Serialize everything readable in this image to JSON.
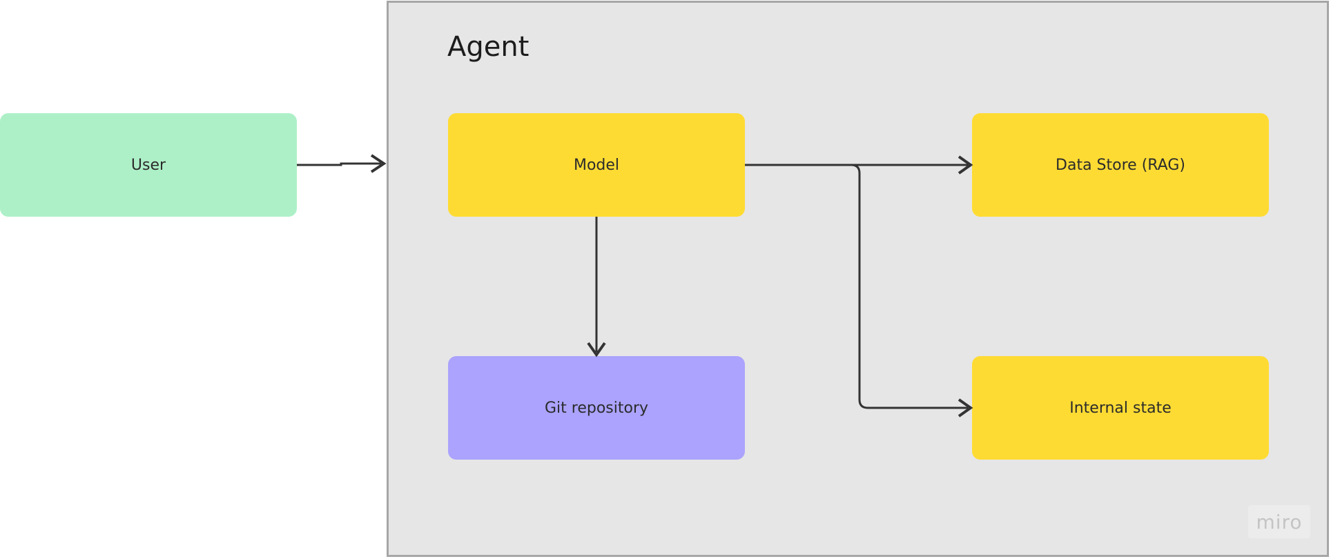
{
  "frame": {
    "title": "Agent"
  },
  "nodes": {
    "user": {
      "label": "User",
      "color": "#adf0c7"
    },
    "model": {
      "label": "Model",
      "color": "#fedb33"
    },
    "datastore": {
      "label": "Data Store (RAG)",
      "color": "#fedb33"
    },
    "git": {
      "label": "Git repository",
      "color": "#aba3fd"
    },
    "internal": {
      "label": "Internal state",
      "color": "#fedb33"
    }
  },
  "edges": [
    {
      "from": "User",
      "to": "Agent"
    },
    {
      "from": "Model",
      "to": "Data Store (RAG)"
    },
    {
      "from": "Model",
      "to": "Internal state"
    },
    {
      "from": "Model",
      "to": "Git repository"
    }
  ],
  "colors": {
    "edge": "#333333",
    "frame_bg": "#e6e6e6",
    "frame_border": "#a6a6a6"
  },
  "watermark": {
    "text": "miro"
  }
}
